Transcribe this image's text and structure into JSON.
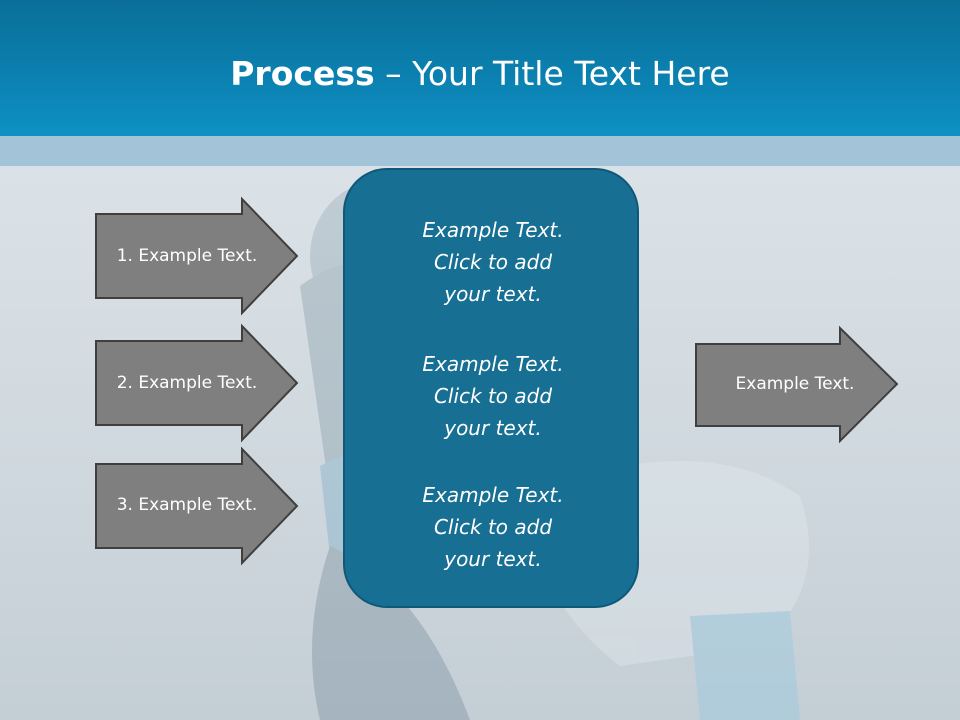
{
  "slide": {
    "title_bold": "Process",
    "title_rest": " – Your Title Text Here"
  },
  "left_arrows": [
    {
      "label": "1. Example Text."
    },
    {
      "label": "2. Example Text."
    },
    {
      "label": "3. Example Text."
    }
  ],
  "center_panel": {
    "blocks": [
      {
        "line1": "Example Text.",
        "line2": "Click  to add",
        "line3": "your text."
      },
      {
        "line1": "Example Text.",
        "line2": "Click  to add",
        "line3": "your text."
      },
      {
        "line1": "Example Text.",
        "line2": "Click  to add",
        "line3": "your text."
      }
    ]
  },
  "right_arrow": {
    "label": "Example Text."
  },
  "colors": {
    "header": "#0b82b2",
    "band": "#a3c3d8",
    "panel": "#176f93",
    "arrow_fill": "#7f7f7f",
    "arrow_stroke": "#3f3f3f"
  }
}
